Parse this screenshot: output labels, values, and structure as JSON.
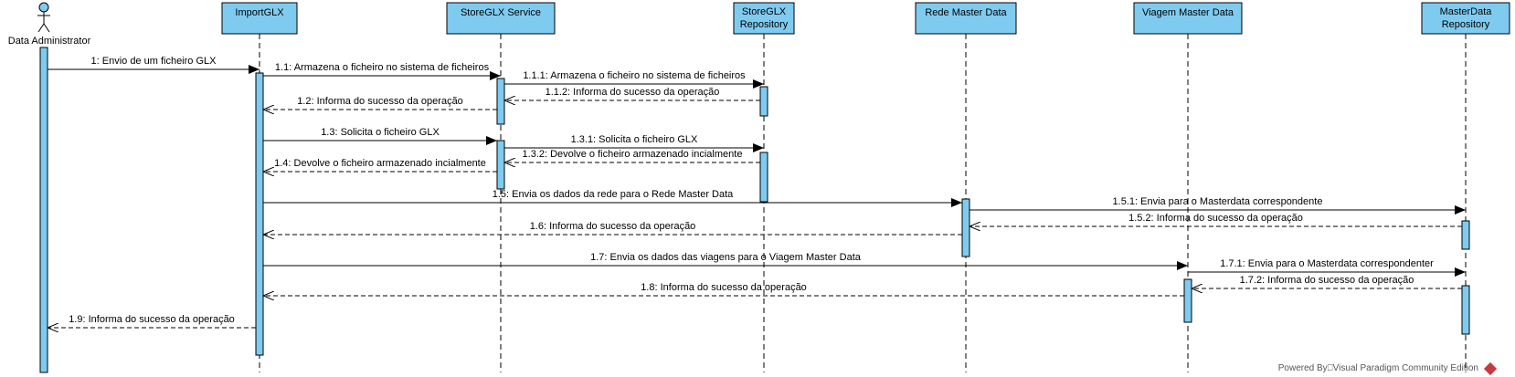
{
  "actor": {
    "name": "Data Administrator"
  },
  "lifelines": [
    {
      "id": "importglx",
      "lines": [
        "ImportGLX"
      ]
    },
    {
      "id": "storeglx-service",
      "lines": [
        "StoreGLX Service"
      ]
    },
    {
      "id": "storeglx-repository",
      "lines": [
        "StoreGLX",
        "Repository"
      ]
    },
    {
      "id": "rede-master-data",
      "lines": [
        "Rede Master Data"
      ]
    },
    {
      "id": "viagem-master-data",
      "lines": [
        "Viagem Master Data"
      ]
    },
    {
      "id": "masterdata-repository",
      "lines": [
        "MasterData",
        "Repository"
      ]
    }
  ],
  "messages": [
    {
      "from": "actor",
      "to": "importglx",
      "label": "1: Envio de um ficheiro GLX",
      "type": "sync"
    },
    {
      "from": "importglx",
      "to": "storeglx-service",
      "label": "1.1: Armazena o ficheiro no sistema de ficheiros",
      "type": "sync"
    },
    {
      "from": "storeglx-service",
      "to": "storeglx-repository",
      "label": "1.1.1: Armazena o ficheiro no sistema de ficheiros",
      "type": "sync"
    },
    {
      "from": "storeglx-repository",
      "to": "storeglx-service",
      "label": "1.1.2: Informa do sucesso da operação",
      "type": "return"
    },
    {
      "from": "storeglx-service",
      "to": "importglx",
      "label": "1.2: Informa do sucesso da operação",
      "type": "return"
    },
    {
      "from": "importglx",
      "to": "storeglx-service",
      "label": "1.3: Solicita o ficheiro GLX",
      "type": "sync"
    },
    {
      "from": "storeglx-service",
      "to": "storeglx-repository",
      "label": "1.3.1: Solicita o ficheiro GLX",
      "type": "sync"
    },
    {
      "from": "storeglx-repository",
      "to": "storeglx-service",
      "label": "1.3.2: Devolve o ficheiro armazenado incialmente",
      "type": "return"
    },
    {
      "from": "storeglx-service",
      "to": "importglx",
      "label": "1.4: Devolve o ficheiro armazenado incialmente",
      "type": "return"
    },
    {
      "from": "importglx",
      "to": "rede-master-data",
      "label": "1.5: Envia os dados da rede para o Rede Master Data",
      "type": "sync"
    },
    {
      "from": "rede-master-data",
      "to": "masterdata-repository",
      "label": "1.5.1: Envia para o Masterdata correspondente",
      "type": "sync"
    },
    {
      "from": "masterdata-repository",
      "to": "rede-master-data",
      "label": "1.5.2: Informa do sucesso da operação",
      "type": "return"
    },
    {
      "from": "rede-master-data",
      "to": "importglx",
      "label": "1.6: Informa do sucesso da operação",
      "type": "return"
    },
    {
      "from": "importglx",
      "to": "viagem-master-data",
      "label": "1.7: Envia os dados das viagens para o Viagem Master Data",
      "type": "sync"
    },
    {
      "from": "viagem-master-data",
      "to": "masterdata-repository",
      "label": "1.7.1: Envia para o Masterdata correspondenter",
      "type": "sync"
    },
    {
      "from": "masterdata-repository",
      "to": "viagem-master-data",
      "label": "1.7.2: Informa do sucesso da operação",
      "type": "return"
    },
    {
      "from": "viagem-master-data",
      "to": "importglx",
      "label": "1.8: Informa do sucesso da operação",
      "type": "return"
    },
    {
      "from": "importglx",
      "to": "actor",
      "label": "1.9: Informa do sucesso da operação",
      "type": "return"
    }
  ],
  "colors": {
    "header_fill": "#7fcbf0",
    "activation_fill": "#7fcbf0",
    "stroke": "#000000"
  },
  "footer": {
    "text": "Powered By⎕Visual Paradigm Community Edition"
  }
}
